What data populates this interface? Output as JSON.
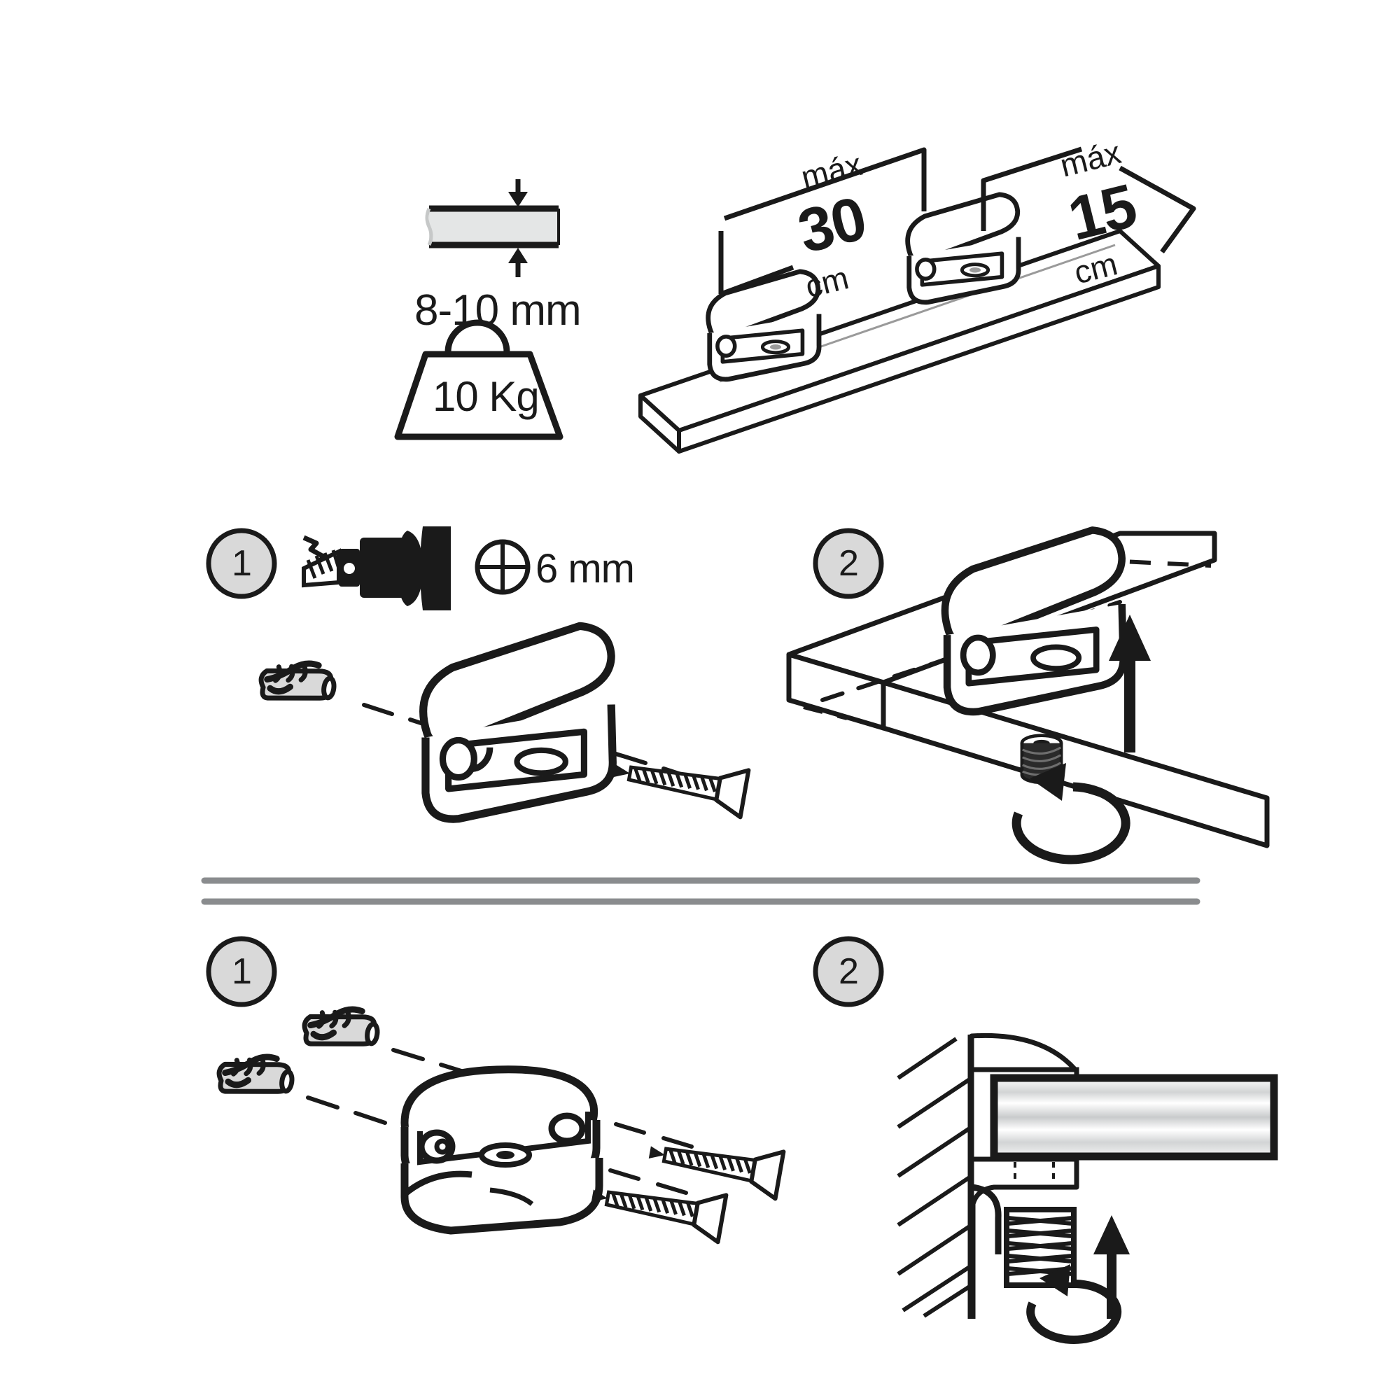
{
  "document": {
    "type": "glass-shelf-bracket-installation-instructions",
    "background_color": "#ffffff",
    "ink_color": "#1a1a1a",
    "badge_fill": "#d9d9d9",
    "part_fill": "#d9d9d9",
    "glass_fill": "#e4e6e6",
    "divider_color": "#8a8c8e"
  },
  "specs": {
    "glass_thickness": {
      "label": "8-10 mm",
      "icon": "glass-thickness-arrows"
    },
    "max_load": {
      "label": "10 Kg",
      "icon": "weight-icon"
    },
    "shelf_dimensions": [
      {
        "id": "bracket-spacing",
        "max_word": "máx",
        "value": "30",
        "unit": "cm"
      },
      {
        "id": "shelf-depth",
        "max_word": "máx",
        "value": "15",
        "unit": "cm"
      }
    ]
  },
  "sections": [
    {
      "id": "section-square-bracket",
      "steps": [
        {
          "badge": "1",
          "tool": {
            "icon": "drill-bit-icon",
            "diameter_symbol": "⌀",
            "diameter": "6 mm"
          },
          "parts": [
            "wall-plug",
            "square-bracket",
            "screw"
          ]
        },
        {
          "badge": "2",
          "parts": [
            "glass-shelf",
            "square-bracket",
            "set-screw"
          ],
          "actions": [
            "insert-shelf-arrow-up",
            "rotate-set-screw"
          ]
        }
      ]
    },
    {
      "id": "section-round-bracket",
      "steps": [
        {
          "badge": "1",
          "parts": [
            "wall-plug",
            "wall-plug",
            "round-bracket",
            "screw",
            "screw"
          ]
        },
        {
          "badge": "2",
          "parts": [
            "wall",
            "round-bracket",
            "glass-shelf",
            "set-screw"
          ],
          "actions": [
            "insert-shelf-arrow-up",
            "rotate-set-screw"
          ]
        }
      ]
    }
  ]
}
